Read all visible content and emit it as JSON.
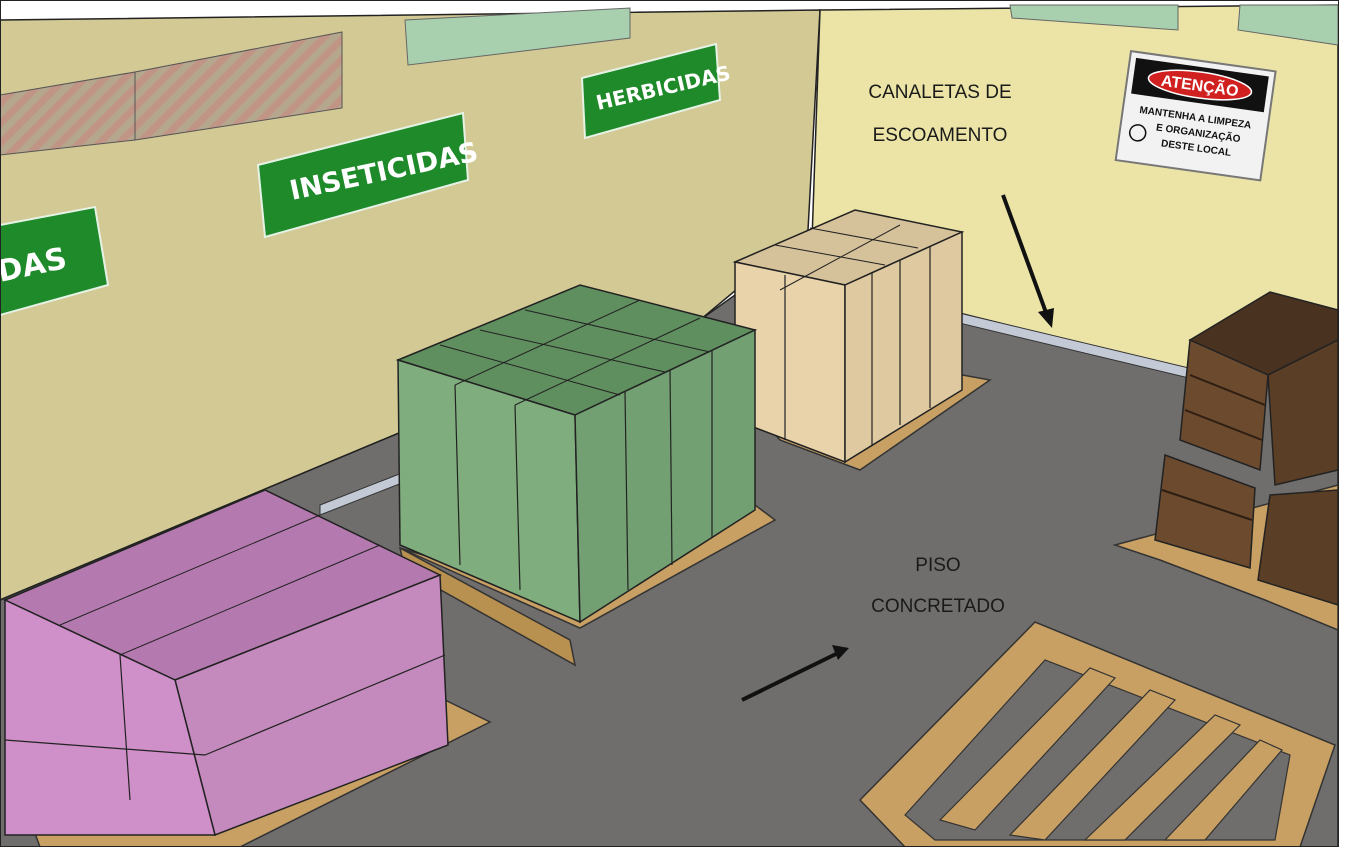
{
  "wall_signs": {
    "partial": "DAS",
    "inseticidas": "INSETICIDAS",
    "herbicidas": "HERBICIDAS"
  },
  "warning_sign": {
    "title": "ATENÇÃO",
    "line1": "MANTENHA A LIMPEZA",
    "line2": "E ORGANIZAÇÃO",
    "line3": "DESTE LOCAL"
  },
  "annotations": {
    "canaletas_line1": "CANALETAS DE",
    "canaletas_line2": "ESCOAMENTO",
    "piso_line1": "PISO",
    "piso_line2": "CONCRETADO"
  },
  "colors": {
    "wall_left": "#d2c994",
    "wall_right": "#ebe4a6",
    "floor": "#6f6e6c",
    "sign_green": "#1e8a2a",
    "box_green": "#7fad7e",
    "box_cream": "#e8d3aa",
    "box_pink": "#cf8fc8",
    "crate_brown": "#6b4a2e",
    "pallet_wood": "#c8a064"
  }
}
